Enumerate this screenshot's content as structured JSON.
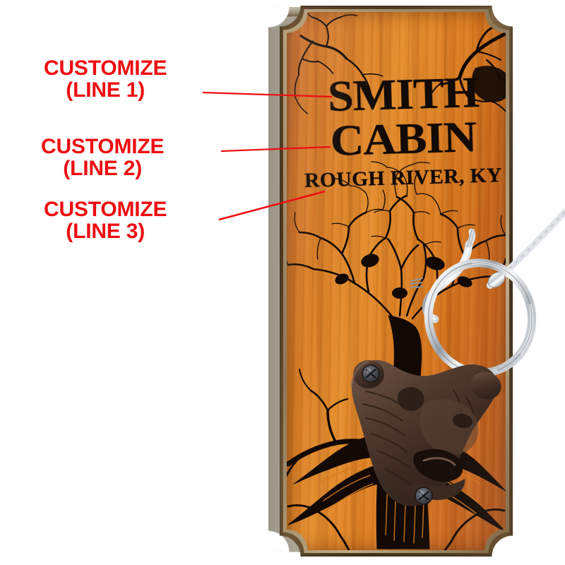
{
  "product": {
    "type": "personalized wood plaque with cast-iron bear bottle opener and hook-and-ring game",
    "plaque": {
      "line1": "SMITH",
      "line2": "CABIN",
      "line3": "ROUGH RIVER, KY",
      "artwork_name": "gnarled-tree-engraving",
      "wood_color": "#d8791f",
      "wood_edge_color": "#6b5640",
      "engraving_color": "#120a05"
    },
    "hardware": {
      "opener_name": "bear-head-bottle-opener",
      "opener_color": "#4a332a",
      "screw_color": "#3a3a3c",
      "hook_name": "screw-hook",
      "ring_name": "metal-ring",
      "cord_name": "hanging-cord",
      "metal_color": "#d9dce0"
    }
  },
  "annotations": {
    "accent_color": "#ee0d11",
    "items": [
      {
        "line_a": "CUSTOMIZE",
        "line_b": "(LINE 1)",
        "target": "plaque-line1"
      },
      {
        "line_a": "CUSTOMIZE",
        "line_b": "(LINE 2)",
        "target": "plaque-line2"
      },
      {
        "line_a": "CUSTOMIZE",
        "line_b": "(LINE 3)",
        "target": "plaque-line3"
      }
    ]
  }
}
